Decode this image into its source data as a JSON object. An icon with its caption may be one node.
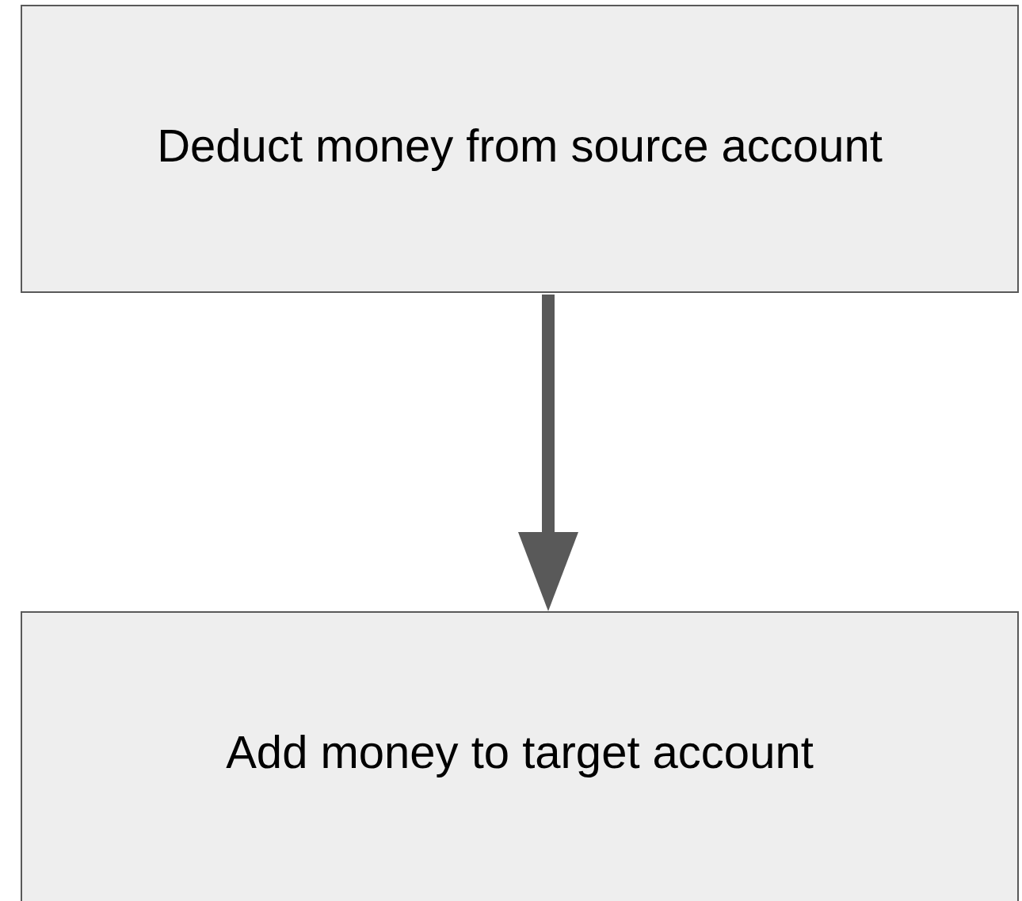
{
  "diagram": {
    "nodes": [
      {
        "text": [
          "Deduct money from source account"
        ]
      },
      {
        "text": [
          "Add money to target account"
        ]
      }
    ],
    "edges": [
      {
        "from": 0,
        "to": 1,
        "arrow": "to"
      }
    ]
  }
}
